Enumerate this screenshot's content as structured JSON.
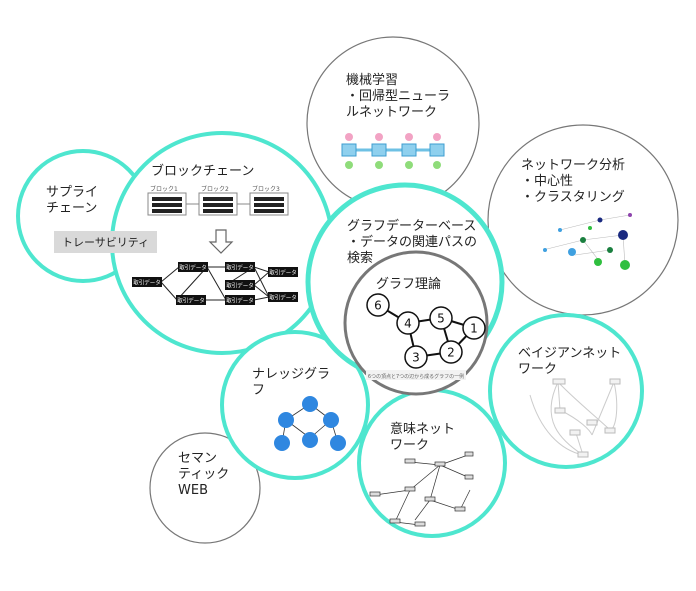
{
  "colors": {
    "teal": "#4ee6cf",
    "gray": "#777777",
    "dark_gray": "#666666",
    "node_blue": "#2f87e0"
  },
  "bubbles": {
    "supply_chain": {
      "title": "サプライ\nチェーン",
      "tag": "トレーサビリティ"
    },
    "blockchain": {
      "title": "ブロックチェーン",
      "block_labels": [
        "ブロック1",
        "ブロック2",
        "ブロック3"
      ],
      "data_label": "取引データ"
    },
    "machine_learning": {
      "title": "機械学習\n・回帰型ニューラ\nルネットワーク"
    },
    "network_analysis": {
      "title": "ネットワーク分析\n・中心性\n・クラスタリング"
    },
    "graph_db": {
      "title": "グラフデーターベース\n・データの関連パスの\n検索"
    },
    "graph_theory": {
      "title": "グラフ理論",
      "nodes": [
        "6",
        "4",
        "5",
        "1",
        "2",
        "3"
      ],
      "caption": "6つの頂点と7つの辺から成るグラフの一例"
    },
    "knowledge_graph": {
      "title": "ナレッジグラ\nフ"
    },
    "bayesian": {
      "title": "ベイジアンネット\nワーク"
    },
    "semantic_net": {
      "title": "意味ネット\nワーク"
    },
    "semantic_web": {
      "title": "セマン\nティック\nWEB"
    }
  }
}
